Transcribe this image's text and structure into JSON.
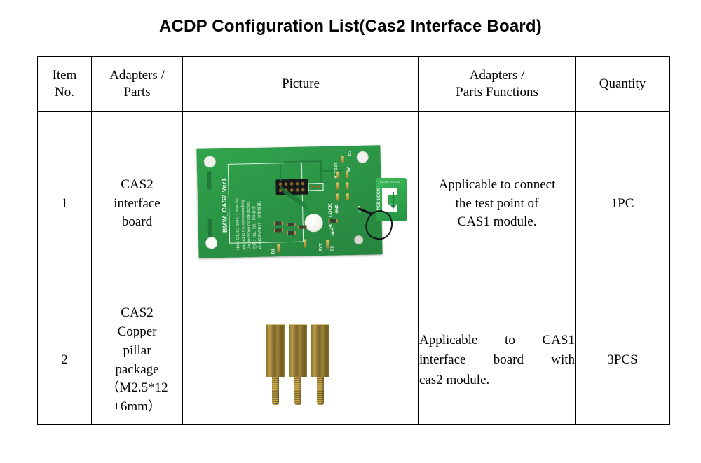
{
  "document": {
    "title": "ACDP Configuration List(Cas2 Interface Board)"
  },
  "table": {
    "headers": {
      "item_no": "Item\nNo.",
      "item_no_line1": "Item",
      "item_no_line2": "No.",
      "adapters_parts_line1": "Adapters /",
      "adapters_parts_line2": "Parts",
      "picture": "Picture",
      "functions_line1": "Adapters /",
      "functions_line2": "Parts Functions",
      "quantity": "Quantity"
    },
    "rows": [
      {
        "item_no": "1",
        "part_name_lines": [
          "CAS2",
          "interface",
          "board"
        ],
        "picture_alt": "CAS2 interface board photo",
        "function_lines": [
          "Applicable to connect",
          "the test point of",
          "CAS1 module."
        ],
        "quantity": "1PC"
      },
      {
        "item_no": "2",
        "part_name_lines": [
          "CAS2",
          "Copper",
          "pillar",
          "package",
          "（M2.5*12",
          "+6mm）"
        ],
        "picture_alt": "Copper pillar standoffs photo",
        "function_lines": [
          "Applicable to CAS1",
          "interface board with",
          "cas2 module."
        ],
        "quantity": "3PCS"
      }
    ]
  },
  "pcb_image": {
    "silkscreen_title": "BMW_CAS2  Ver1",
    "note_text": "Note: D1, D2 and D3 must be\naligned to the corresponding\nVia, and then can be locked\n注意：D1、D2、D3 必须\n对准相应的孔位，才能锁紧。",
    "labels": {
      "v_test": "V_TEST",
      "five_volt": "5V",
      "gnd": "GND",
      "twelve_volt": "12V",
      "pcb_lock": "PCB LOCK",
      "d1": "D1",
      "d2": "D2",
      "d3": "D3",
      "ext_left": "EXT",
      "res": "RES"
    },
    "tag": {
      "text": "PCB LOCK",
      "code": "ACDP-CAS2"
    },
    "colors": {
      "board_green": "#2c9546",
      "silkscreen_white": "#eaf7ec",
      "header_black": "#15171a",
      "gold": "#b99b49"
    }
  },
  "pillar_image": {
    "count": 3,
    "colors": {
      "brass": "#9c8238",
      "brass_highlight": "#caa94f"
    }
  }
}
